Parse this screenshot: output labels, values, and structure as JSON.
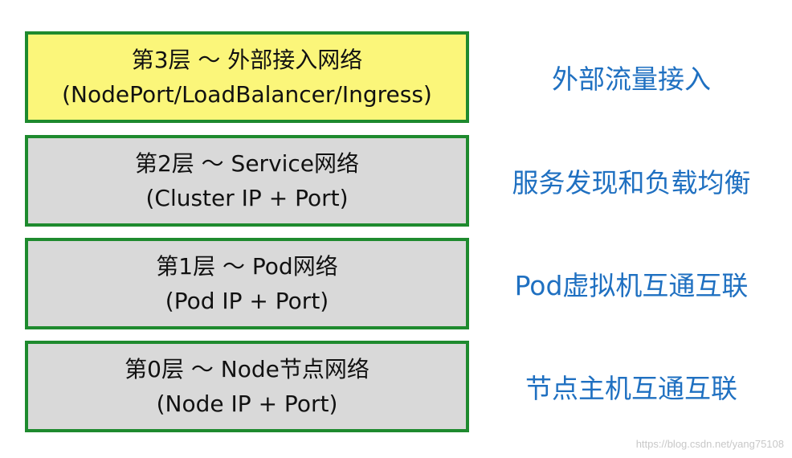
{
  "layers": [
    {
      "title": "第3层 ～ 外部接入网络",
      "subtitle": "(NodePort/LoadBalancer/Ingress)",
      "description": "外部流量接入"
    },
    {
      "title": "第2层 ～ Service网络",
      "subtitle": "(Cluster IP + Port)",
      "description": "服务发现和负载均衡"
    },
    {
      "title": "第1层 ～ Pod网络",
      "subtitle": "(Pod IP + Port)",
      "description": "Pod虚拟机互通互联"
    },
    {
      "title": "第0层 ～ Node节点网络",
      "subtitle": "(Node IP + Port)",
      "description": "节点主机互通互联"
    }
  ],
  "watermark": "https://blog.csdn.net/yang75108",
  "colors": {
    "border": "#1e8a2e",
    "box_fill": "#d9d9d9",
    "highlight_fill": "#fbf67a",
    "description_text": "#1f70c1"
  }
}
